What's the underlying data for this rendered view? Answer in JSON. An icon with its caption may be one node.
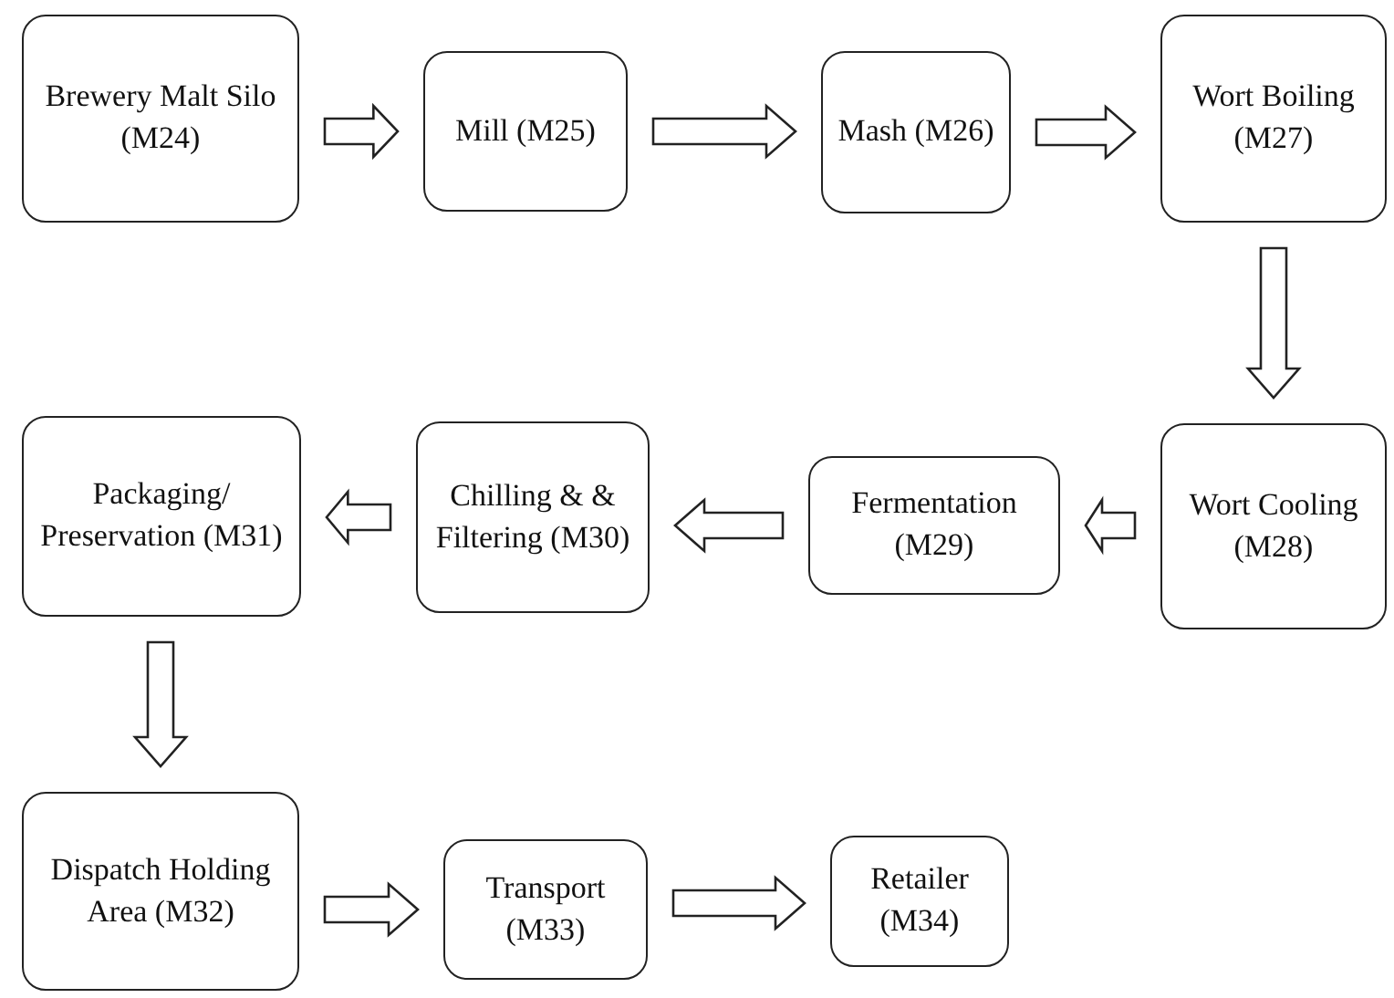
{
  "diagram": {
    "nodes": [
      {
        "text": [
          "Brewery Malt Silo (M24)"
        ]
      },
      {
        "text": [
          "Mill (M25)"
        ]
      },
      {
        "text": [
          "Mash (M26)"
        ]
      },
      {
        "text": [
          "Wort Boiling (M27)"
        ]
      },
      {
        "text": [
          "Wort Cooling (M28)"
        ]
      },
      {
        "text": [
          "Fermentation (M29)"
        ]
      },
      {
        "text": [
          "Chilling & & Filtering (M30)"
        ]
      },
      {
        "text": [
          "Packaging/ Preservation (M31)"
        ]
      },
      {
        "text": [
          "Dispatch Holding Area (M32)"
        ]
      },
      {
        "text": [
          "Transport (M33)"
        ]
      },
      {
        "text": [
          "Retailer (M34)"
        ]
      }
    ],
    "edges": [
      {
        "from": 0,
        "to": 1,
        "arrow": "to"
      },
      {
        "from": 1,
        "to": 2,
        "arrow": "to"
      },
      {
        "from": 2,
        "to": 3,
        "arrow": "to"
      },
      {
        "from": 3,
        "to": 4,
        "arrow": "to"
      },
      {
        "from": 4,
        "to": 5,
        "arrow": "to"
      },
      {
        "from": 5,
        "to": 6,
        "arrow": "to"
      },
      {
        "from": 6,
        "to": 7,
        "arrow": "to"
      },
      {
        "from": 7,
        "to": 8,
        "arrow": "to"
      },
      {
        "from": 8,
        "to": 9,
        "arrow": "to"
      },
      {
        "from": 9,
        "to": 10,
        "arrow": "to"
      }
    ]
  }
}
